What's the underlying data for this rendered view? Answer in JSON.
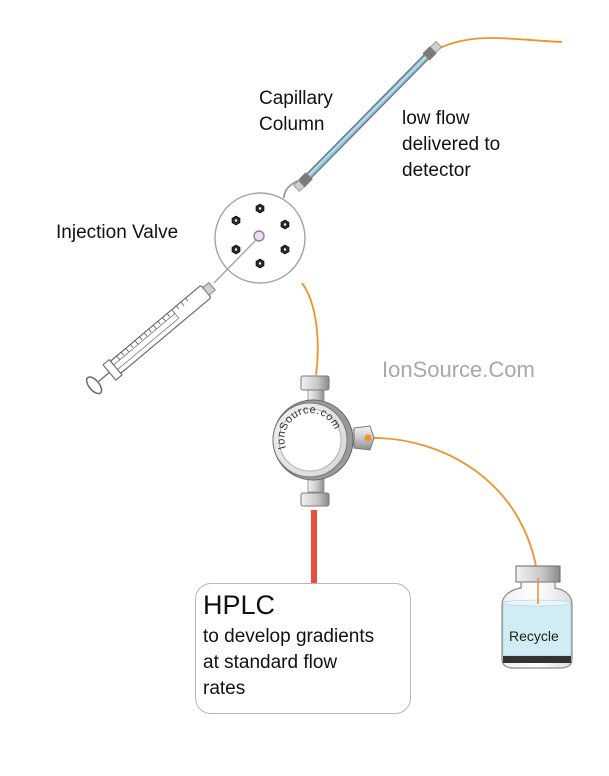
{
  "labels": {
    "capillary_line1": "Capillary",
    "capillary_line2": "Column",
    "low_flow_line1": "low flow",
    "low_flow_line2": "delivered to",
    "low_flow_line3": "detector",
    "injection_valve": "Injection Valve",
    "watermark": "IonSource.Com",
    "splitter_text": "IonSource.com",
    "hplc_title": "HPLC",
    "hplc_line1": "to develop gradients",
    "hplc_line2": "at standard flow",
    "hplc_line3": "rates",
    "recycle": "Recycle"
  },
  "colors": {
    "orange_tubing": "#f0922a",
    "red_tubing": "#e8513a",
    "capillary_blue": "#8cc4df",
    "vial_liquid": "#d2ecf5"
  },
  "icons": [
    "injection-valve-icon",
    "syringe-icon",
    "splitter-tee-icon",
    "capillary-column-icon",
    "recycle-vial-icon"
  ]
}
